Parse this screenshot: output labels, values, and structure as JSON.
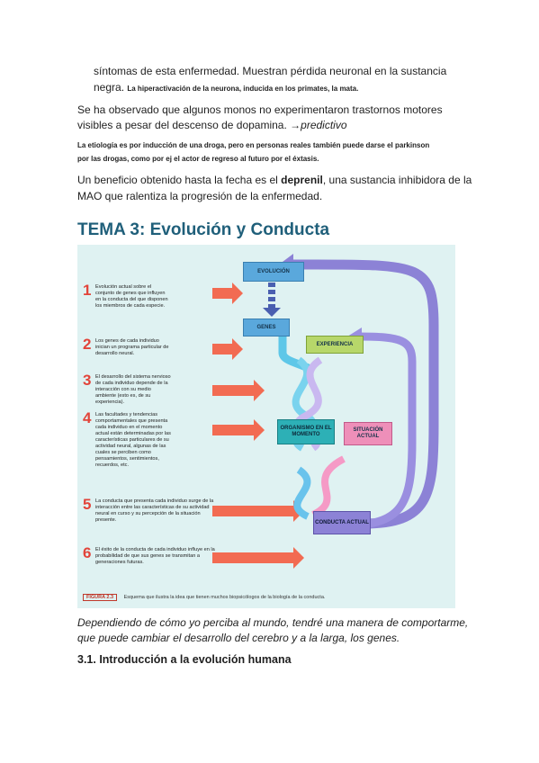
{
  "para1": {
    "line1": "síntomas de esta enfermedad. Muestran pérdida neuronal en la sustancia",
    "line2_start": "negra.",
    "line2_note": "La hiperactivación de la neurona, inducida en los primates, la mata."
  },
  "para2": {
    "line1": "Se ha observado que algunos monos no experimentaron trastornos motores",
    "line2": "visibles a pesar del descenso de dopamina.",
    "arrow_note": "→predictivo"
  },
  "note3": {
    "line1": "La etiología es por inducción de una droga, pero en personas reales también puede darse el parkinson",
    "line2": "por las drogas, como por ej el actor de regreso al futuro por el éxtasis."
  },
  "para4": {
    "line1_start": "Un beneficio obtenido hasta la fecha es el",
    "line1_bold": "deprenil",
    "line1_end": ", una sustancia inhibidora de la",
    "line2": "MAO que ralentiza la progresión de la enfermedad."
  },
  "heading": "TEMA 3: Evolución y Conducta",
  "figure": {
    "items": [
      {
        "num": "1",
        "text": "Evolución actual sobre el conjunto de genes que influyen en la conducta del que disponen los miembros de cada especie."
      },
      {
        "num": "2",
        "text": "Los genes de cada individuo inician un programa particular de desarrollo neural."
      },
      {
        "num": "3",
        "text": "El desarrollo del sistema nervioso de cada individuo depende de la interacción con su medio ambiente (esto es, de su experiencia)."
      },
      {
        "num": "4",
        "text": "Las facultades y tendencias comportamentales que presenta cada individuo en el momento actual están determinadas por las características particulares de su actividad neural, algunas de las cuales se perciben como pensamientos, sentimientos, recuerdos, etc."
      },
      {
        "num": "5",
        "text": "La conducta que presenta cada individuo surge de la interacción entre las características de su actividad neural en curso y su percepción de la situación presente."
      },
      {
        "num": "6",
        "text": "El éxito de la conducta de cada individuo influye en la probabilidad de que sus genes se transmitan a generaciones futuras."
      }
    ],
    "boxes": {
      "evolucion": "EVOLUCIÓN",
      "genes": "GENES",
      "experiencia": "EXPERIENCIA",
      "organismo": "ORGANISMO EN EL MOMENTO",
      "situacion": "SITUACIÓN ACTUAL",
      "conducta": "CONDUCTA ACTUAL"
    },
    "caption_label": "FIGURA 2.3",
    "caption_text": "Esquema que ilustra la idea que tienen muchos biopsicólogos de la biología de la conducta."
  },
  "italic": {
    "line1": "Dependiendo de cómo yo perciba al mundo, tendré una manera de comportarme,",
    "line2": "que puede cambiar el desarrollo del cerebro y a la larga, los genes."
  },
  "subheading": "3.1. Introducción a la evolución humana"
}
